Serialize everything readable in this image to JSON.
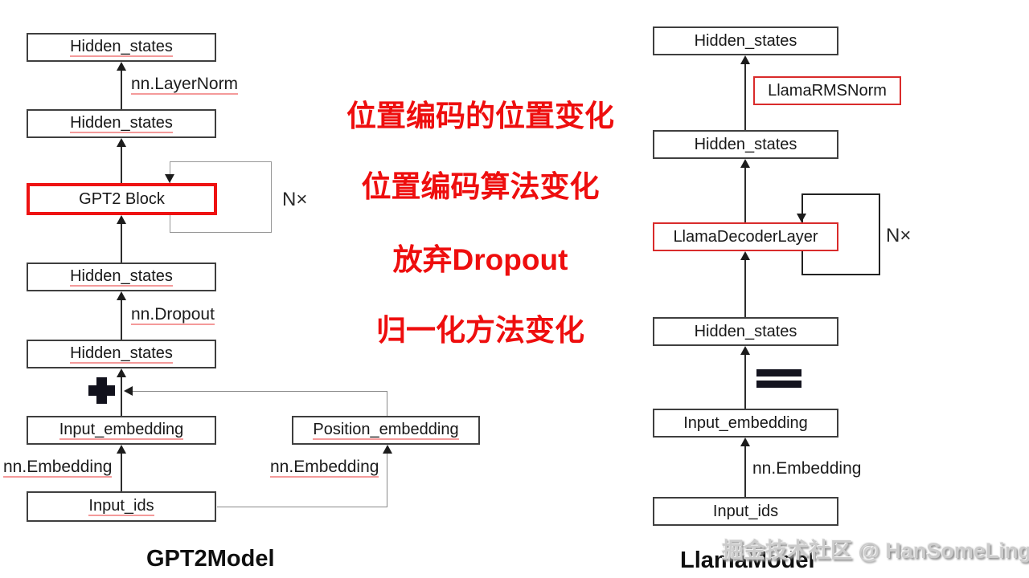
{
  "gpt2": {
    "title": "GPT2Model",
    "top_hidden_states": "Hidden_states",
    "layernorm": "nn.LayerNorm",
    "hidden_states_2": "Hidden_states",
    "block": "GPT2 Block",
    "loop_count": "N×",
    "hidden_states_3": "Hidden_states",
    "dropout": "nn.Dropout",
    "hidden_states_4": "Hidden_states",
    "input_embedding": "Input_embedding",
    "position_embedding": "Position_embedding",
    "embedding_fn_left": "nn.Embedding",
    "embedding_fn_right": "nn.Embedding",
    "input_ids": "Input_ids"
  },
  "llama": {
    "title": "LlamaModel",
    "top_hidden_states": "Hidden_states",
    "rmsnorm": "LlamaRMSNorm",
    "hidden_states_2": "Hidden_states",
    "decoder_layer": "LlamaDecoderLayer",
    "loop_count": "N×",
    "hidden_states_3": "Hidden_states",
    "input_embedding": "Input_embedding",
    "embedding_fn": "nn.Embedding",
    "input_ids": "Input_ids"
  },
  "annotations": {
    "lines": [
      "位置编码的位置变化",
      "位置编码算法变化",
      "放弃Dropout",
      "归一化方法变化"
    ],
    "color": "#ee0e0e"
  },
  "icons": {
    "combine_operator": "plus-icon",
    "identity_operator": "equals-icon"
  },
  "colors": {
    "highlight_border_red": "#ee1212",
    "thin_border_red": "#d92b2b",
    "box_border": "#3f3f3f"
  },
  "watermark": "掘金技术社区 @ HanSomeLing"
}
